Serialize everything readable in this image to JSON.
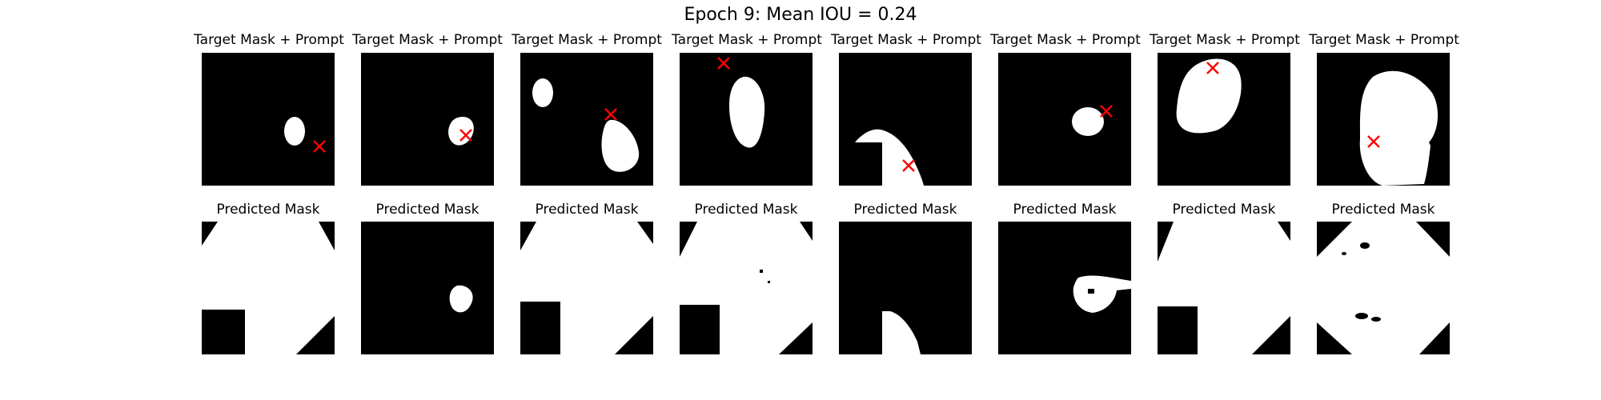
{
  "figure": {
    "title": "Epoch 9: Mean IOU = 0.24"
  },
  "rows": {
    "top_label": "Target Mask + Prompt",
    "bottom_label": "Predicted Mask"
  },
  "columns": [
    {
      "id": 1
    },
    {
      "id": 2
    },
    {
      "id": 3
    },
    {
      "id": 4
    },
    {
      "id": 5
    },
    {
      "id": 6
    },
    {
      "id": 7
    },
    {
      "id": 8
    }
  ],
  "colors": {
    "mask": "#ffffff",
    "background": "#000000",
    "prompt_marker": "#ff0000"
  }
}
